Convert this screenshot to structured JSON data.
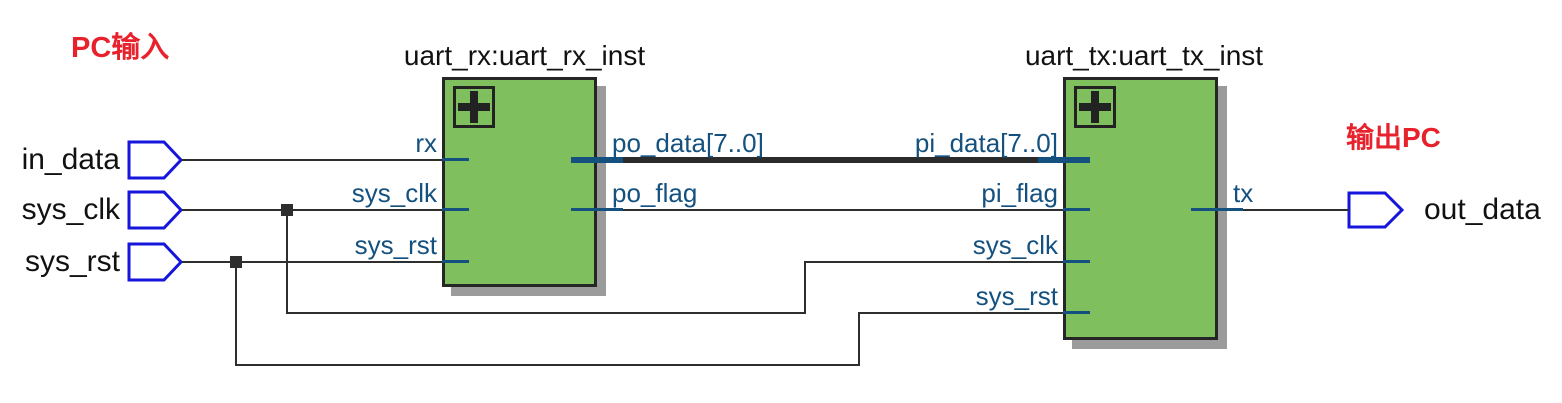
{
  "annotations": {
    "source": "PC输入",
    "sink": "输出PC"
  },
  "input_pins": [
    {
      "name": "in_data"
    },
    {
      "name": "sys_clk"
    },
    {
      "name": "sys_rst"
    }
  ],
  "output_pins": [
    {
      "name": "out_data"
    }
  ],
  "blocks": [
    {
      "instance": "uart_rx:uart_rx_inst",
      "input_ports": [
        "rx",
        "sys_clk",
        "sys_rst"
      ],
      "output_ports": [
        "po_data[7..0]",
        "po_flag"
      ]
    },
    {
      "instance": "uart_tx:uart_tx_inst",
      "input_ports": [
        "pi_data[7..0]",
        "pi_flag",
        "sys_clk",
        "sys_rst"
      ],
      "output_ports": [
        "tx"
      ]
    }
  ],
  "colors": {
    "block_fill": "#7fbf5e",
    "block_border": "#262626",
    "block_shadow": "#9b9b9b",
    "net": "#2e2e2e",
    "port_text": "#14517f",
    "pin_outline": "#1515dc",
    "annotation_text": "#e8222c",
    "label_text": "#111111",
    "background": "#ffffff"
  }
}
